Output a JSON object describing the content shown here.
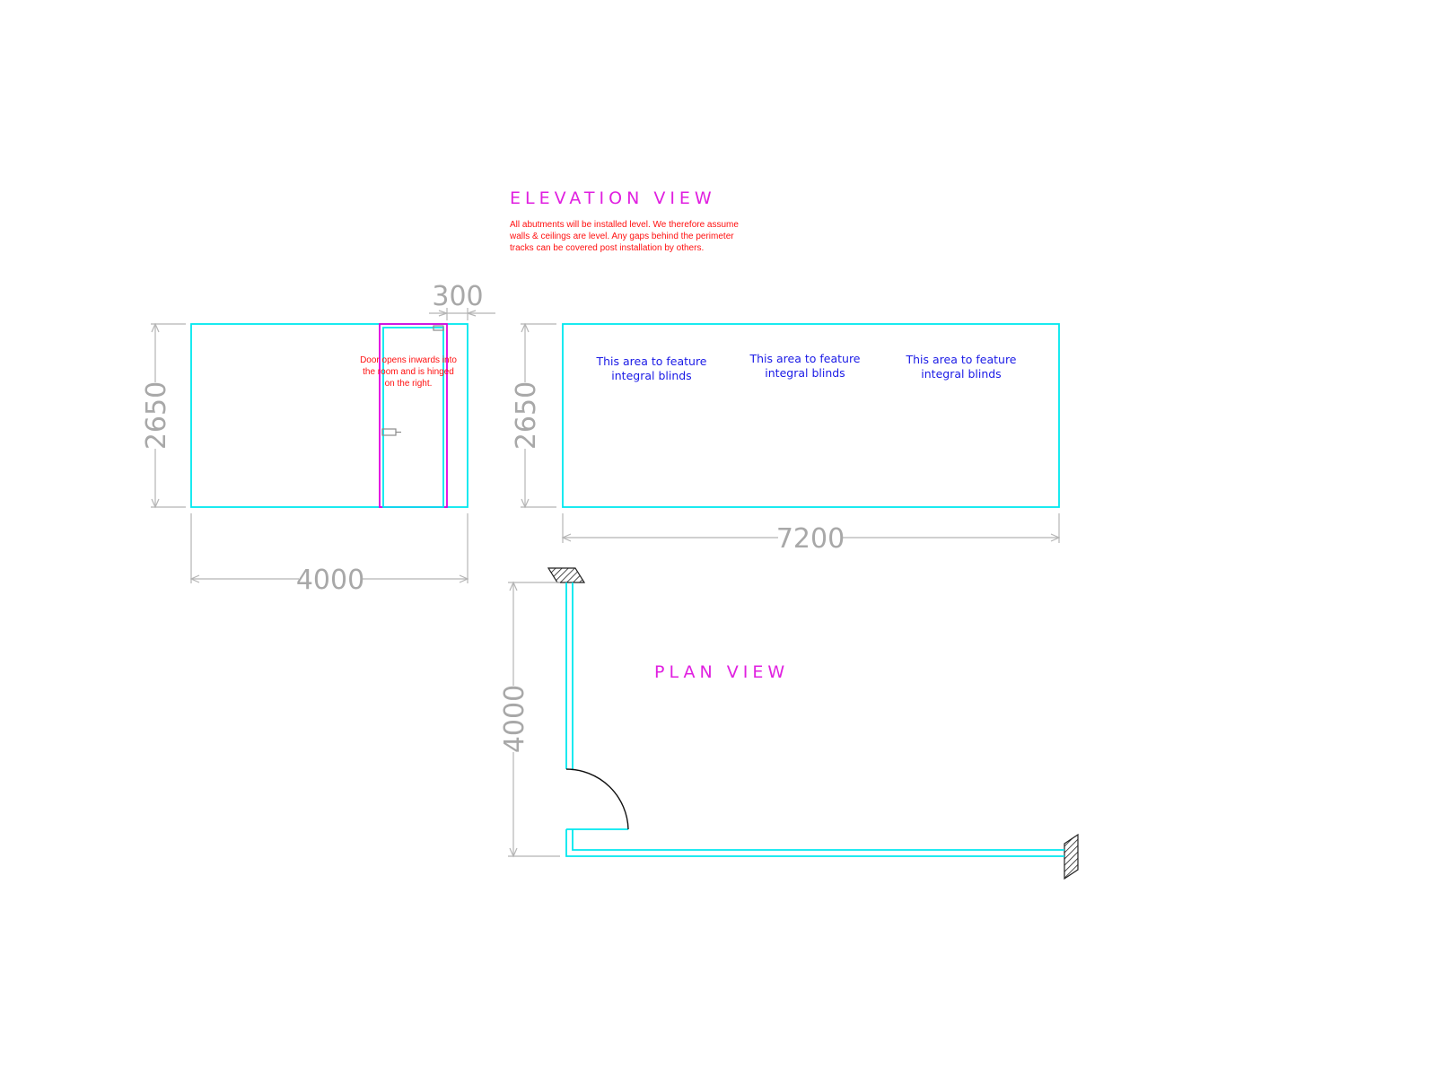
{
  "elevation": {
    "title": "ELEVATION VIEW",
    "note_lines": [
      "All abutments will be installed level. We therefore assume",
      "walls & ceilings are level. Any gaps behind the perimeter",
      "tracks can be covered post installation by others."
    ],
    "door_note_lines": [
      "Door opens inwards into",
      "the room and is hinged",
      "on the right."
    ],
    "blind_notes": [
      [
        "This area to feature",
        "integral blinds"
      ],
      [
        "This area to feature",
        "integral blinds"
      ],
      [
        "This area to feature",
        "integral blinds"
      ]
    ],
    "dimensions": {
      "left_height": "2650",
      "right_height": "2650",
      "left_width": "4000",
      "right_width": "7200",
      "door_offset": "300"
    }
  },
  "plan": {
    "title": "PLAN VIEW",
    "dimensions": {
      "left_length": "4000"
    }
  },
  "colors": {
    "title": "#e020e0",
    "note_red": "#ff1010",
    "note_blue": "#1a1ae6",
    "glazing": "#00e8ef",
    "door": "#e000e0",
    "dimension": "#b5b5b5",
    "dimension_text": "#a8a8a8"
  }
}
